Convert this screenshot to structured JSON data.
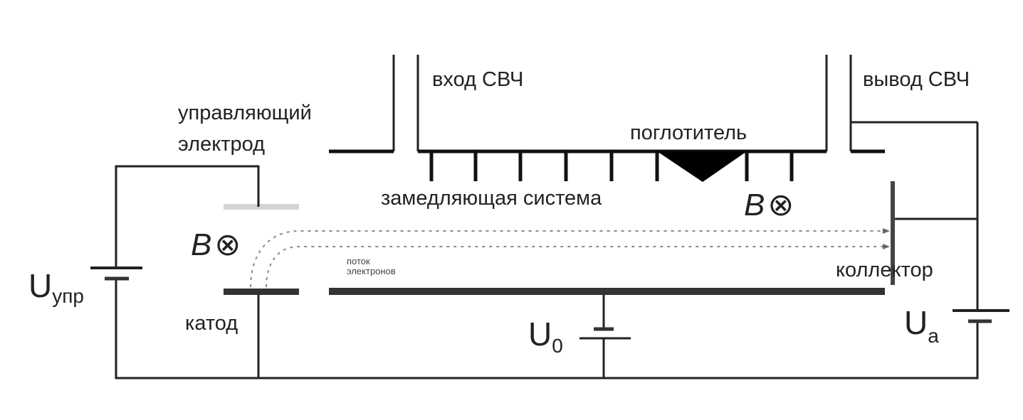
{
  "labels": {
    "input": "вход СВЧ",
    "output": "вывод СВЧ",
    "control_electrode_line1": "управляющий",
    "control_electrode_line2": "электрод",
    "absorber": "поглотитель",
    "slow_wave": "замедляющая система",
    "b_field": "B",
    "b_symbol": "⊗",
    "flow_line1": "поток",
    "flow_line2": "электронов",
    "collector": "коллектор",
    "cathode": "катод",
    "u_main": "U",
    "u_main_sub": "0",
    "u_anode": "U",
    "u_anode_sub": "a",
    "u_ctrl": "U",
    "u_ctrl_sub": "упр"
  },
  "colors": {
    "line": "#222222",
    "control_electrode": "#d4d4d4",
    "beam": "#888888"
  }
}
